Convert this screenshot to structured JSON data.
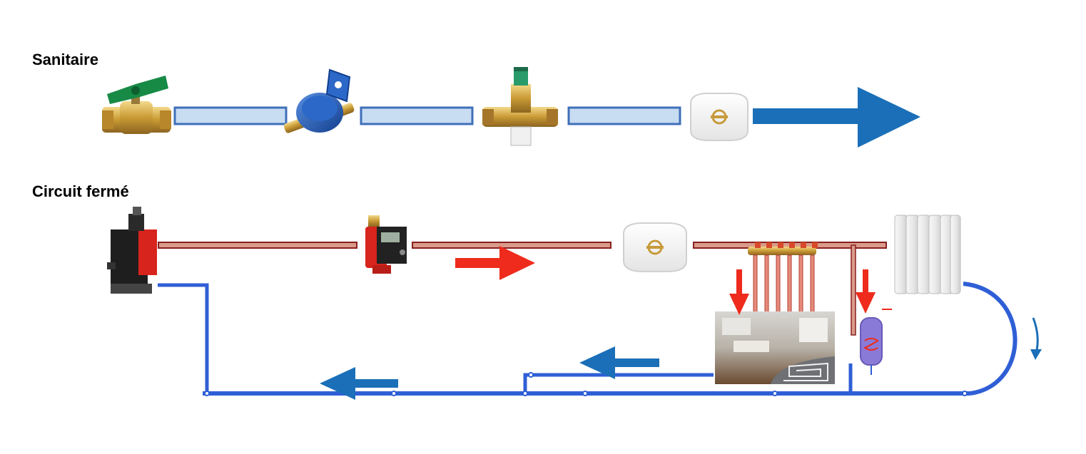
{
  "sections": {
    "sanitaire": {
      "title": "Sanitaire"
    },
    "circuit_ferme": {
      "title": "Circuit fermé"
    }
  },
  "colors": {
    "pipe_cold_fill": "#c8dcf2",
    "pipe_cold_border": "#3f6fb8",
    "pipe_hot_fill": "#d99b8a",
    "pipe_hot_border": "#8a1f1f",
    "pipe_return": "#2f5fd6",
    "flow_arrow": "#1a6fb8",
    "heat_arrow": "#ee2b1c",
    "brass": "#d3a53c",
    "meter_blue": "#1f56b5",
    "valve_green": "#178a45",
    "boiler_red": "#d7241c"
  },
  "components": {
    "sanitaire": [
      "ball-valve",
      "water-meter",
      "pressure-reducer",
      "filter",
      "flow-direction-arrow"
    ],
    "circuit_ferme": [
      "boiler",
      "circulator-pump",
      "filter",
      "manifold",
      "underfloor-heating",
      "water-heater",
      "radiator"
    ]
  }
}
